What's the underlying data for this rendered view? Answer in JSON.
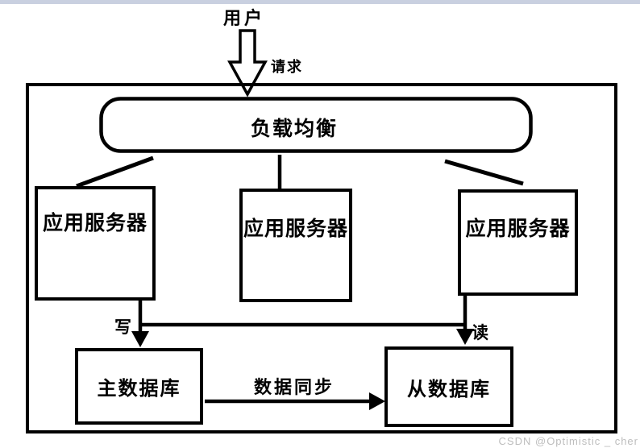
{
  "diagram": {
    "type": "architecture-flow",
    "nodes": {
      "user": {
        "label": "用户"
      },
      "load_balancer": {
        "label": "负载均衡",
        "shape": "rounded-rectangle"
      },
      "app_server_1": {
        "label": "应用服务器",
        "shape": "rectangle"
      },
      "app_server_2": {
        "label": "应用服务器",
        "shape": "rectangle"
      },
      "app_server_3": {
        "label": "应用服务器",
        "shape": "rectangle"
      },
      "master_db": {
        "label": "主数据库",
        "shape": "rectangle"
      },
      "slave_db": {
        "label": "从数据库",
        "shape": "rectangle"
      }
    },
    "edges": [
      {
        "from": "user",
        "to": "load_balancer",
        "label": "请求",
        "style": "hollow-block-arrow"
      },
      {
        "from": "load_balancer",
        "to": "app_server_1",
        "label": "",
        "style": "line"
      },
      {
        "from": "load_balancer",
        "to": "app_server_2",
        "label": "",
        "style": "line"
      },
      {
        "from": "load_balancer",
        "to": "app_server_3",
        "label": "",
        "style": "line"
      },
      {
        "from": "app_server_1",
        "to": "master_db",
        "label": "写",
        "style": "arrow"
      },
      {
        "from": "app_server_3",
        "to": "slave_db",
        "label": "读",
        "style": "arrow"
      },
      {
        "from": "master_db",
        "to": "slave_db",
        "label": "数据同步",
        "style": "arrow"
      }
    ],
    "edge_labels": {
      "request": "请求",
      "write": "写",
      "read": "读",
      "sync": "数据同步"
    }
  },
  "watermark": {
    "text": "CSDN @Optimistic _ cher",
    "color": "#bdbdbd"
  },
  "colors": {
    "stroke": "#000000",
    "background": "#ffffff",
    "top_band": "#c9d0e0"
  }
}
